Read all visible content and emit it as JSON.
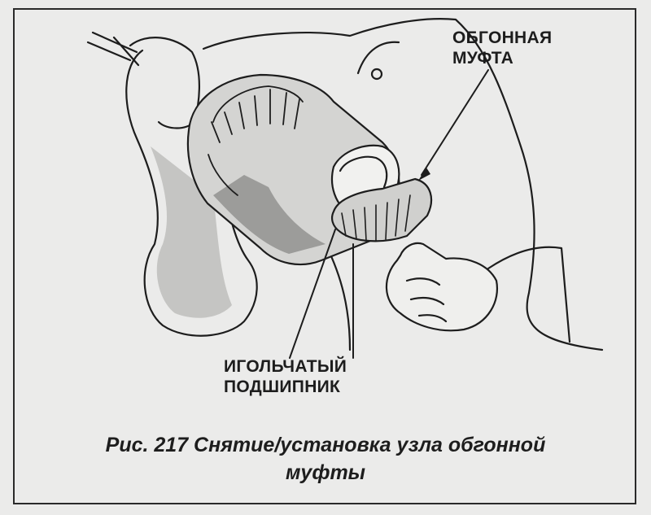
{
  "labels": {
    "overrunning_clutch": [
      "ОБГОННАЯ",
      "МУФТА"
    ],
    "needle_bearing": [
      "ИГОЛЬЧАТЫЙ",
      "ПОДШИПНИК"
    ]
  },
  "caption": [
    "Рис. 217 Снятие/установка узла обгонной",
    "муфты"
  ],
  "colors": {
    "ink": "#1d1d1d",
    "paper": "#ebebea",
    "shade": "#9c9c9a"
  }
}
